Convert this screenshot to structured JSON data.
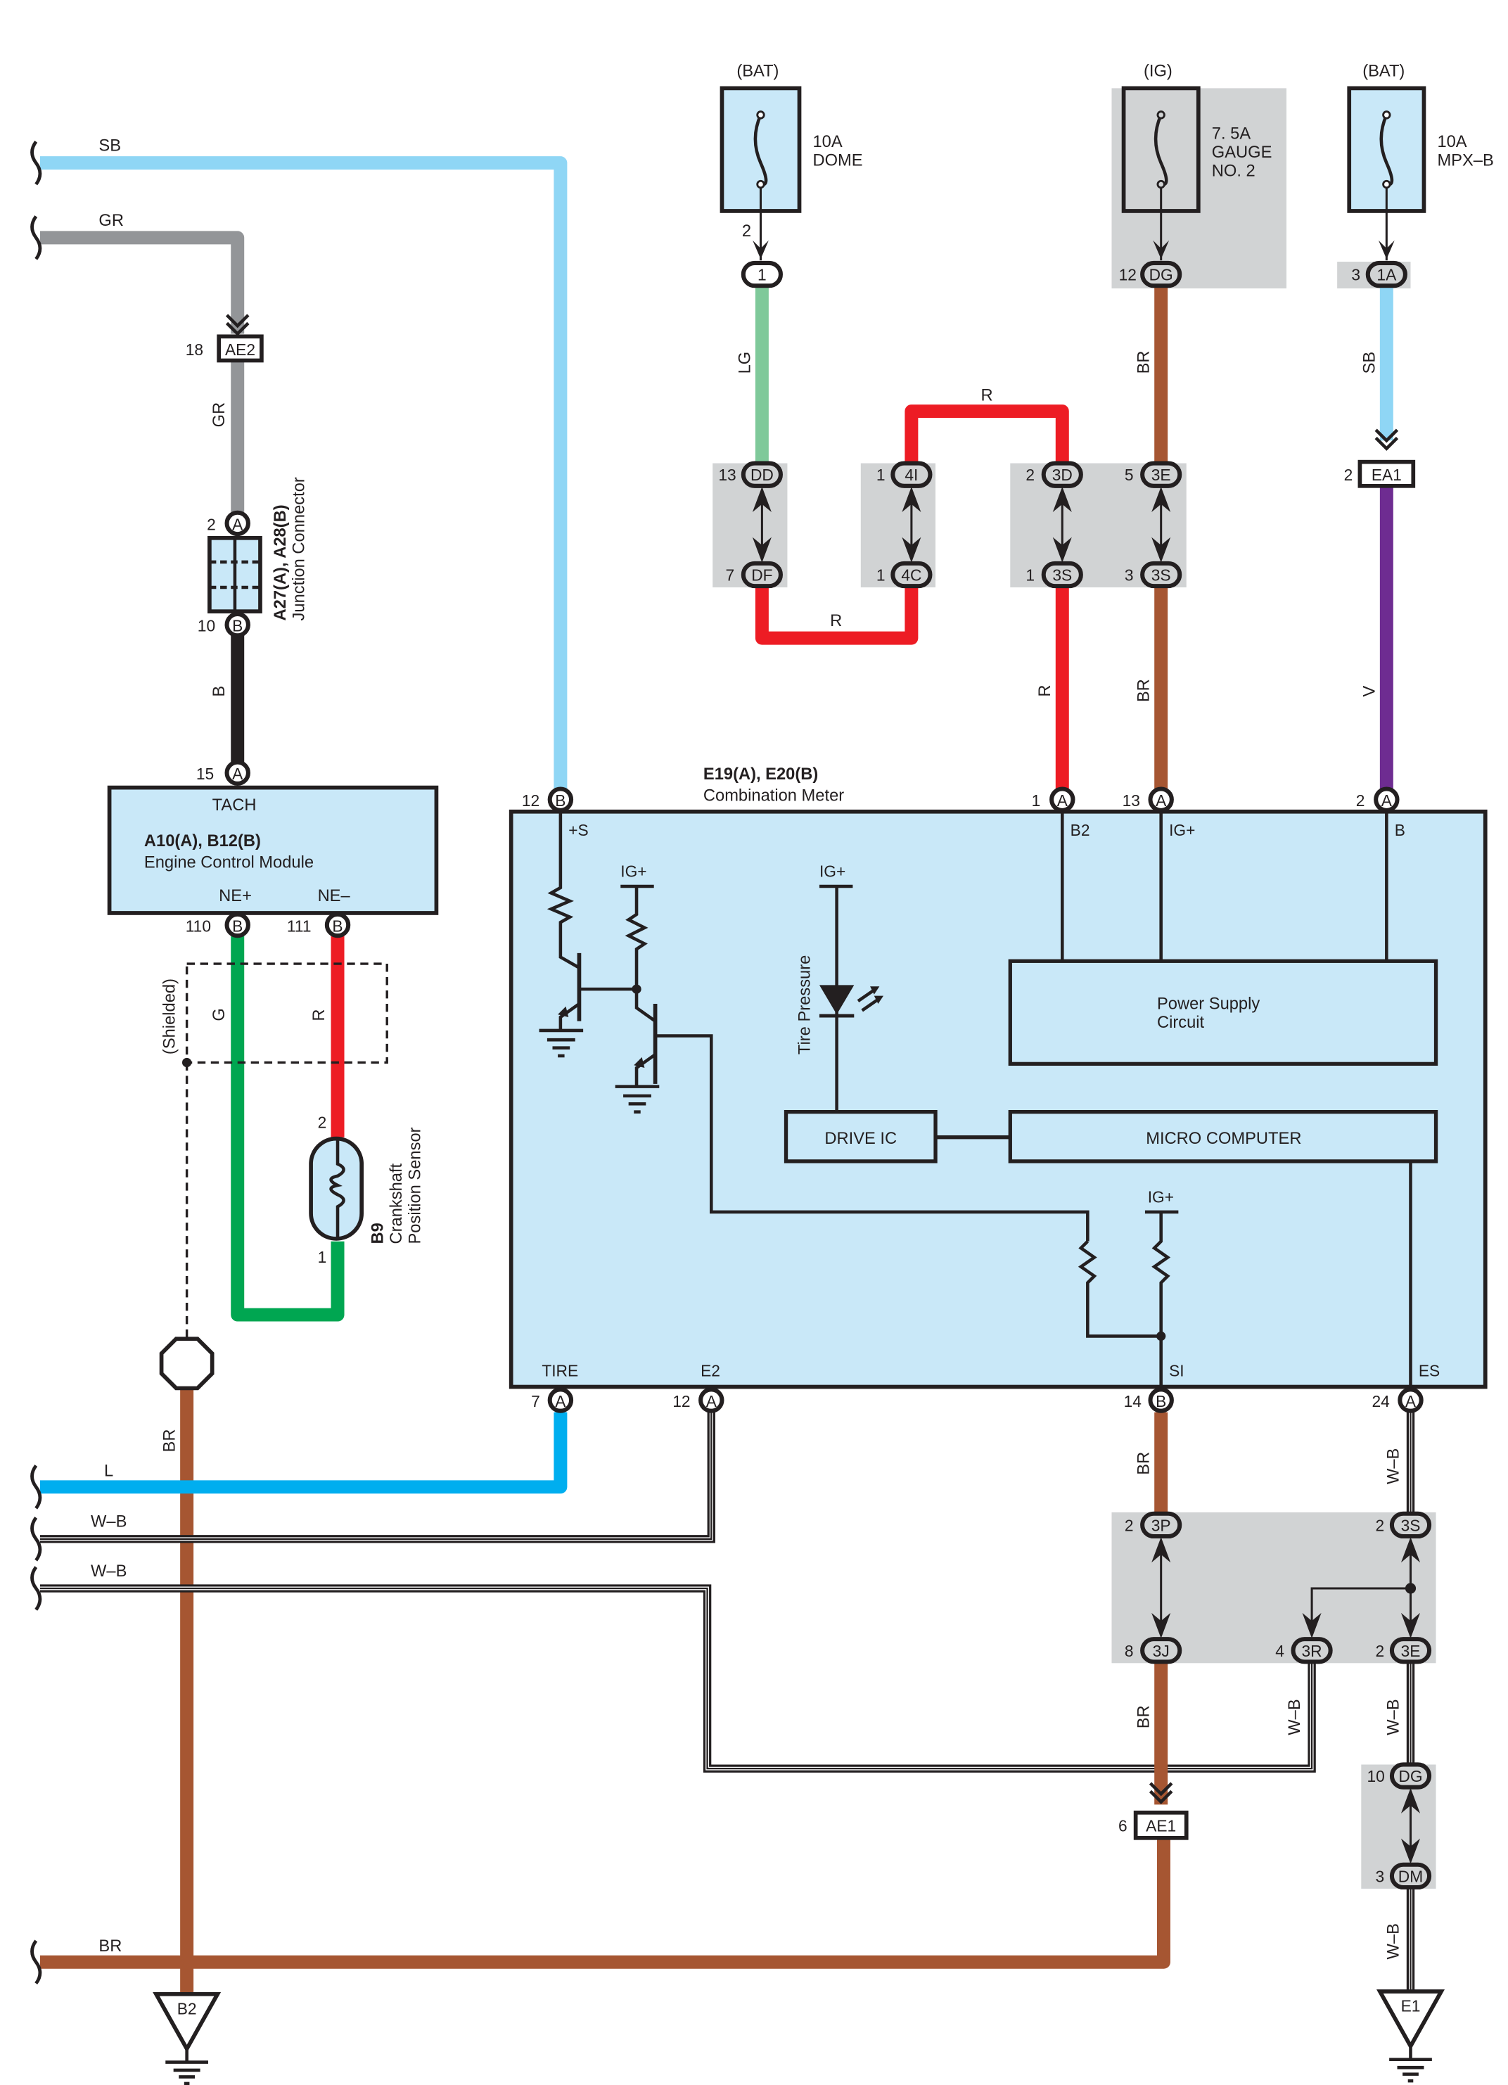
{
  "diagram": {
    "type": "wiring-diagram",
    "colors": {
      "SB": "#8fd6f5",
      "GR": "#939598",
      "B": "#231f20",
      "LG": "#7fc99a",
      "R": "#ed1c24",
      "BR": "#a65632",
      "V": "#6e2c91",
      "G": "#00a651",
      "L": "#00aeef",
      "W-B": "#231f20",
      "component_fill": "#c9e8f8",
      "junction_block_fill": "#d1d3d4"
    },
    "fuses": [
      {
        "source": "(BAT)",
        "rating": "10A",
        "name": "DOME",
        "pin": "2",
        "connector": "1"
      },
      {
        "source": "(IG)",
        "rating": "7. 5A",
        "name": "GAUGE",
        "name2": "NO. 2",
        "pin": "12",
        "connector": "DG"
      },
      {
        "source": "(BAT)",
        "rating": "10A",
        "name": "MPX–B",
        "pin": "3",
        "connector": "1A"
      }
    ],
    "wire_labels": {
      "sb_top": "SB",
      "gr_top": "GR",
      "gr_vert": "GR",
      "b_vert": "B",
      "lg": "LG",
      "r_top": "R",
      "r_bottom": "R",
      "br_gauge": "BR",
      "sb_mpx": "SB",
      "r_meter": "R",
      "br_meter": "BR",
      "v_meter": "V",
      "g_sensor": "G",
      "r_sensor": "R",
      "shielded": "(Shielded)",
      "br_left": "BR",
      "l_left": "L",
      "wb1": "W–B",
      "wb2": "W–B",
      "br_si": "BR",
      "wb_es": "W–B",
      "br_ae1": "BR",
      "wb_3r": "W–B",
      "wb_3e": "W–B",
      "wb_e1": "W–B",
      "br_bottom": "BR"
    },
    "connectors": {
      "ae2": {
        "pin": "18",
        "id": "AE2"
      },
      "ea1": {
        "pin": "2",
        "id": "EA1"
      },
      "ae1": {
        "pin": "6",
        "id": "AE1"
      },
      "jc_a": {
        "pin": "2",
        "id": "A"
      },
      "jc_b": {
        "pin": "10",
        "id": "B"
      },
      "ecm_tach": {
        "pin": "15",
        "id": "A"
      },
      "ecm_nep": {
        "pin": "110",
        "id": "B"
      },
      "ecm_nem": {
        "pin": "111",
        "id": "B"
      },
      "dd": {
        "pin": "13",
        "id": "DD"
      },
      "df": {
        "pin": "7",
        "id": "DF"
      },
      "4i": {
        "pin": "1",
        "id": "4I"
      },
      "4c": {
        "pin": "1",
        "id": "4C"
      },
      "3d": {
        "pin": "2",
        "id": "3D"
      },
      "3s_a": {
        "pin": "1",
        "id": "3S"
      },
      "3e_a": {
        "pin": "5",
        "id": "3E"
      },
      "3s_b": {
        "pin": "3",
        "id": "3S"
      },
      "m_s": {
        "pin": "12",
        "id": "B"
      },
      "m_b2": {
        "pin": "1",
        "id": "A"
      },
      "m_ig": {
        "pin": "13",
        "id": "A"
      },
      "m_b": {
        "pin": "2",
        "id": "A"
      },
      "m_tire": {
        "pin": "7",
        "id": "A"
      },
      "m_e2": {
        "pin": "12",
        "id": "A"
      },
      "m_si": {
        "pin": "14",
        "id": "B"
      },
      "m_es": {
        "pin": "24",
        "id": "A"
      },
      "3p": {
        "pin": "2",
        "id": "3P"
      },
      "3s_c": {
        "pin": "2",
        "id": "3S"
      },
      "3j": {
        "pin": "8",
        "id": "3J"
      },
      "3r": {
        "pin": "4",
        "id": "3R"
      },
      "3e_b": {
        "pin": "2",
        "id": "3E"
      },
      "dg_b": {
        "pin": "10",
        "id": "DG"
      },
      "dm": {
        "pin": "3",
        "id": "DM"
      },
      "sensor_2": {
        "pin": "2"
      },
      "sensor_1": {
        "pin": "1"
      }
    },
    "components": {
      "junction_connector": {
        "code": "A27(A), A28(B)",
        "name": "Junction Connector"
      },
      "ecm": {
        "code": "A10(A), B12(B)",
        "name": "Engine Control Module",
        "tach": "TACH",
        "nep": "NE+",
        "nem": "NE–"
      },
      "sensor": {
        "code": "B9",
        "name1": "Crankshaft",
        "name2": "Position Sensor"
      },
      "meter": {
        "code": "E19(A), E20(B)",
        "name": "Combination Meter",
        "terminals": {
          "s": "+S",
          "b2": "B2",
          "ig": "IG+",
          "b": "B",
          "tire": "TIRE",
          "e2": "E2",
          "si": "SI",
          "es": "ES"
        },
        "ig1": "IG+",
        "ig2": "IG+",
        "ig3": "IG+",
        "tire_pressure": "Tire Pressure",
        "power_supply_1": "Power Supply",
        "power_supply_2": "Circuit",
        "drive_ic": "DRIVE IC",
        "micro_computer": "MICRO COMPUTER"
      }
    },
    "grounds": [
      {
        "id": "B2"
      },
      {
        "id": "E1"
      }
    ]
  }
}
